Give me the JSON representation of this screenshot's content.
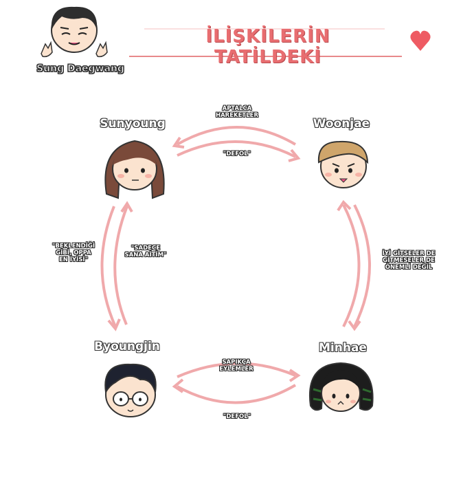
{
  "author": {
    "name": "Sung Daegwang"
  },
  "title": "İLİŞKİLERİN TATİLDEKİ",
  "characters": {
    "sunyoung": "Sunyoung",
    "woonjae": "Woonjae",
    "byoungjin": "Byoungjin",
    "minhae": "Minhae"
  },
  "relations": {
    "top_upper": [
      "APTALCA",
      "HAREKETLER"
    ],
    "top_lower": [
      "\"DEFOL\""
    ],
    "left_outer": [
      "\"BEKLENDİĞİ",
      "GİBİ, OPPA",
      "EN İYİSİ\""
    ],
    "left_inner": [
      "\"SADECE",
      "SANA AİTİM\""
    ],
    "right": [
      "İYİ GİTSELER DE",
      "GİTMESELER DE",
      "ÖNEMLİ DEĞİL"
    ],
    "bottom_upper": [
      "SAPIKÇA",
      "EYLEMLER"
    ],
    "bottom_lower": [
      "\"DEFOL\""
    ]
  },
  "colors": {
    "accent": "#e86d70",
    "arrow": "#f0a9ab",
    "heart": "#ee5b63"
  },
  "icons": [
    "heart-icon",
    "author-avatar",
    "sunyoung-avatar",
    "woonjae-avatar",
    "byoungjin-avatar",
    "minhae-avatar"
  ]
}
